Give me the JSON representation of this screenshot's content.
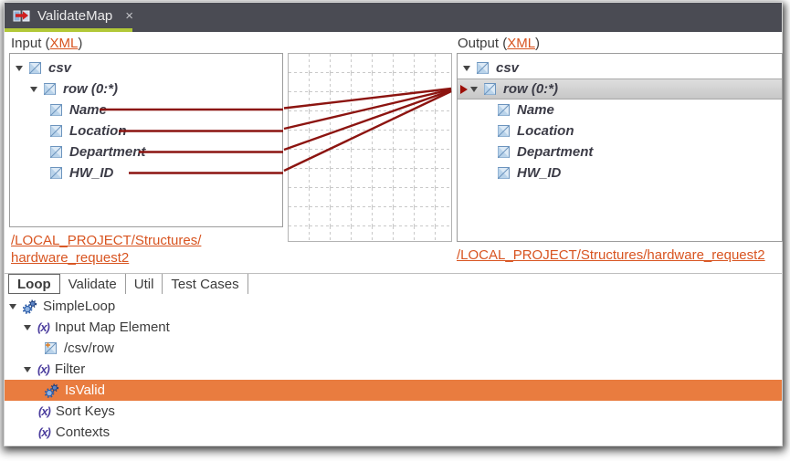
{
  "editor_tab": {
    "title": "ValidateMap",
    "close": "×"
  },
  "input": {
    "header_prefix": "Input (",
    "header_link": "XML",
    "header_suffix": ")",
    "tree": [
      {
        "label": "csv"
      },
      {
        "label": "row (0:*)"
      },
      {
        "label": "Name"
      },
      {
        "label": "Location"
      },
      {
        "label": "Department"
      },
      {
        "label": "HW_ID"
      }
    ],
    "path_line1": "/LOCAL_PROJECT/Structures/",
    "path_line2": "hardware_request2"
  },
  "output": {
    "header_prefix": "Output (",
    "header_link": "XML",
    "header_suffix": ")",
    "tree": [
      {
        "label": "csv"
      },
      {
        "label": "row (0:*)"
      },
      {
        "label": "Name"
      },
      {
        "label": "Location"
      },
      {
        "label": "Department"
      },
      {
        "label": "HW_ID"
      }
    ],
    "path": "/LOCAL_PROJECT/Structures/hardware_request2"
  },
  "mappings": [
    {
      "from": "Name",
      "to": "row"
    },
    {
      "from": "Location",
      "to": "row"
    },
    {
      "from": "Department",
      "to": "row"
    },
    {
      "from": "HW_ID",
      "to": "row"
    }
  ],
  "bottom_tabs": [
    {
      "label": "Loop",
      "active": true
    },
    {
      "label": "Validate",
      "active": false
    },
    {
      "label": "Util",
      "active": false
    },
    {
      "label": "Test Cases",
      "active": false
    }
  ],
  "loop_tree": [
    {
      "label": "SimpleLoop"
    },
    {
      "label": "Input Map Element"
    },
    {
      "label": "/csv/row"
    },
    {
      "label": "Filter"
    },
    {
      "label": "IsValid",
      "selected": true
    },
    {
      "label": "Sort Keys"
    },
    {
      "label": "Contexts"
    }
  ],
  "colors": {
    "topbar": "#4a4b53",
    "tab_underline": "#b2c837",
    "link_orange": "#d85420",
    "selection_orange": "#e97c3f",
    "mapping_line": "#8c1410"
  }
}
